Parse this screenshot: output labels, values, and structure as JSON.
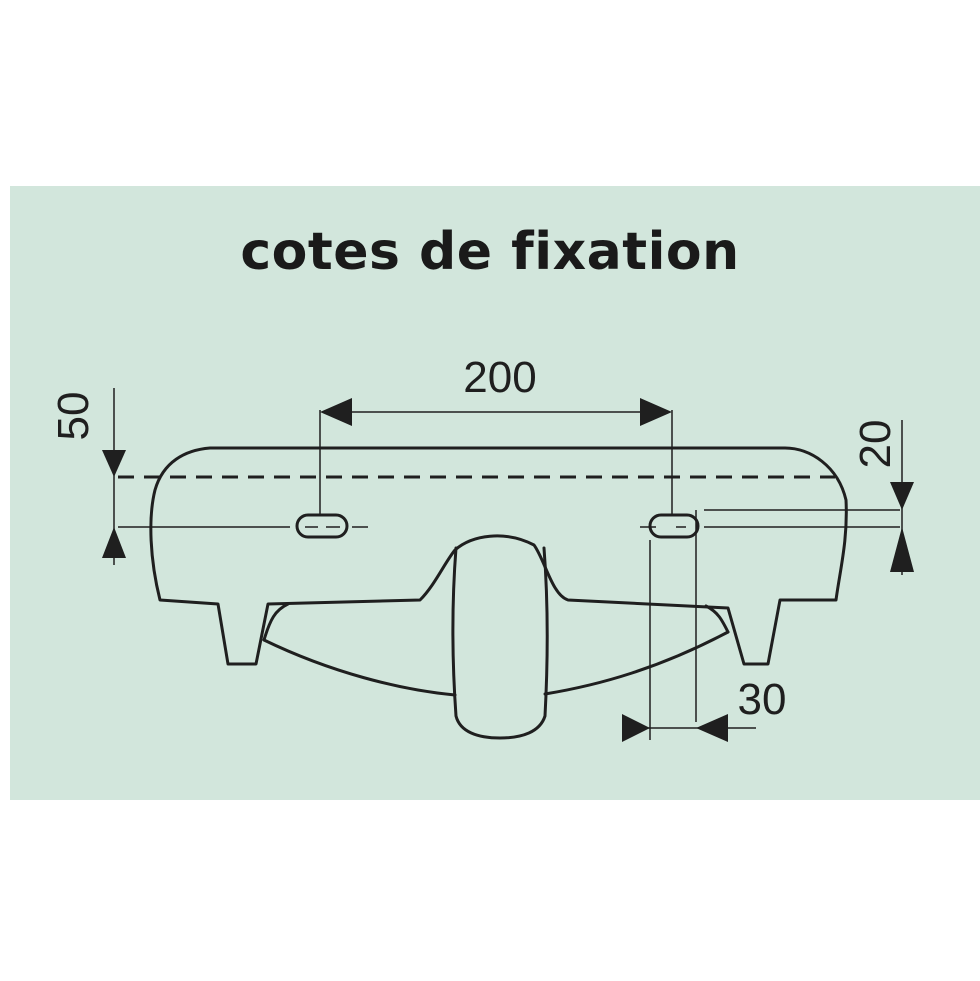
{
  "title": "cotes de fixation",
  "dimensions": {
    "top_span": "200",
    "left_height": "50",
    "right_height": "20",
    "bottom_offset": "30"
  },
  "colors": {
    "background_panel": "#d2e6dc",
    "line": "#1f1f1f"
  }
}
